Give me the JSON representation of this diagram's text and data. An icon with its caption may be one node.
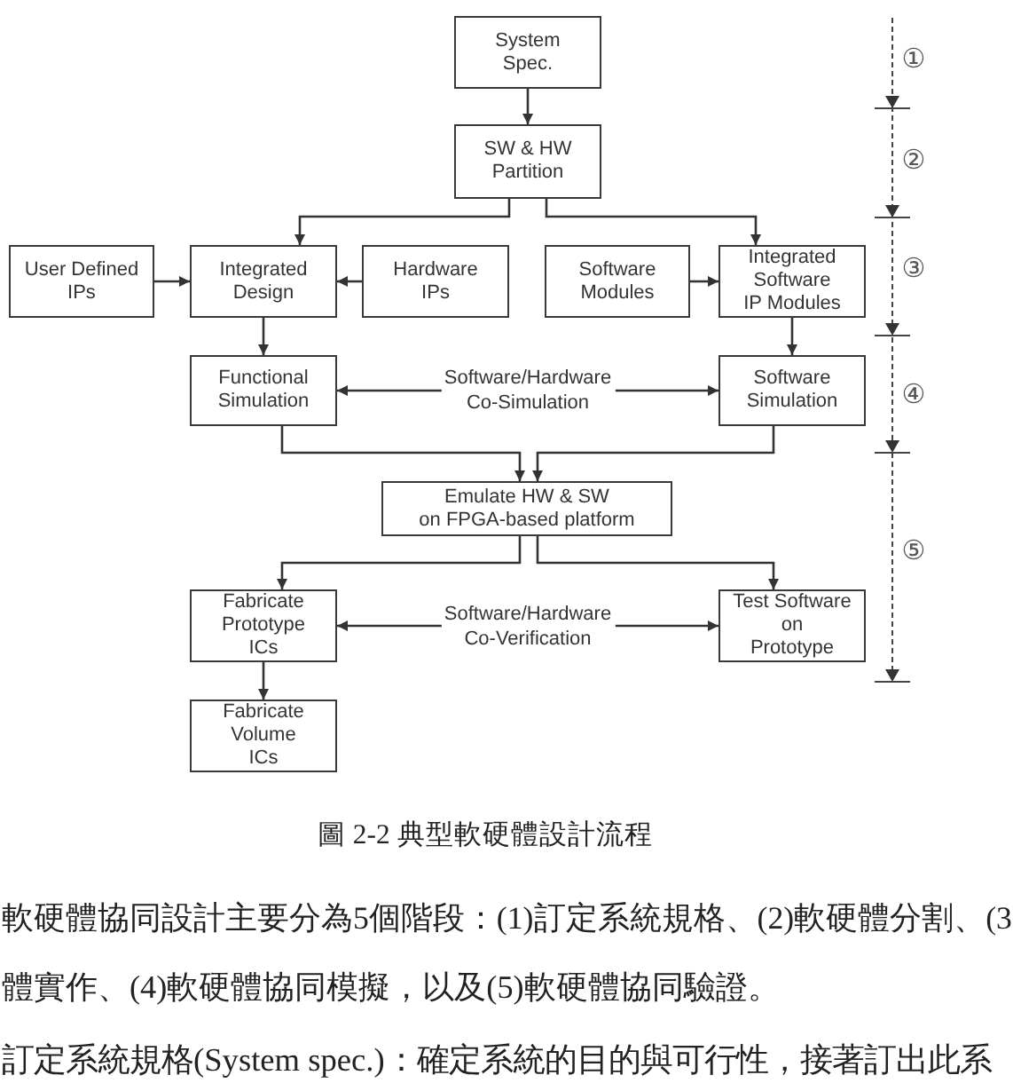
{
  "diagram": {
    "caption": "圖 2-2 典型軟硬體設計流程",
    "nodes": [
      {
        "text": [
          "System Spec."
        ]
      },
      {
        "text": [
          "SW & HW Partition"
        ]
      },
      {
        "text": [
          "User Defined IPs"
        ]
      },
      {
        "text": [
          "Integrated Design"
        ]
      },
      {
        "text": [
          "Hardware IPs"
        ]
      },
      {
        "text": [
          "Software Modules"
        ]
      },
      {
        "text": [
          "Integrated Software IP Modules"
        ]
      },
      {
        "text": [
          "Functional Simulation"
        ]
      },
      {
        "text": [
          "Software Simulation"
        ]
      },
      {
        "text": [
          "Emulate HW & SW on FPGA-based platform"
        ]
      },
      {
        "text": [
          "Fabricate Prototype ICs"
        ]
      },
      {
        "text": [
          "Test Software on Prototype"
        ]
      },
      {
        "text": [
          "Fabricate Volume ICs"
        ]
      }
    ],
    "edges": [
      {
        "from": 0,
        "to": 1,
        "arrow": "to"
      },
      {
        "from": 1,
        "to": 3,
        "arrow": "to"
      },
      {
        "from": 1,
        "to": 6,
        "arrow": "to"
      },
      {
        "from": 2,
        "to": 3,
        "arrow": "to"
      },
      {
        "from": 4,
        "to": 3,
        "arrow": "to"
      },
      {
        "from": 5,
        "to": 6,
        "arrow": "to"
      },
      {
        "from": 3,
        "to": 7,
        "arrow": "to"
      },
      {
        "from": 6,
        "to": 8,
        "arrow": "to"
      },
      {
        "from": 7,
        "to": 8,
        "arrow": "both",
        "label": "Software/Hardware Co-Simulation"
      },
      {
        "from": 7,
        "to": 9,
        "arrow": "to"
      },
      {
        "from": 8,
        "to": 9,
        "arrow": "to"
      },
      {
        "from": 9,
        "to": 10,
        "arrow": "to"
      },
      {
        "from": 9,
        "to": 11,
        "arrow": "to"
      },
      {
        "from": 10,
        "to": 11,
        "arrow": "both",
        "label": "Software/Hardware Co-Verification"
      },
      {
        "from": 10,
        "to": 12,
        "arrow": "to"
      }
    ],
    "labels": [
      "①",
      "②",
      "③",
      "④",
      "⑤",
      "軟硬體協同設計主要分為5個階段：(1)訂定系統規格、(2)軟硬體分割、(3",
      "體實作、(4)軟硬體協同模擬，以及(5)軟硬體協同驗證。",
      "訂定系統規格(System spec.)：確定系統的目的與可行性，接著訂出此系"
    ]
  }
}
